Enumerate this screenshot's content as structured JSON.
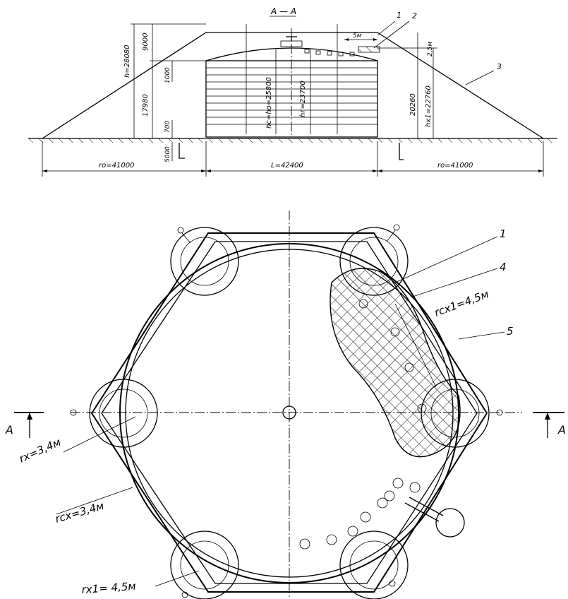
{
  "section": {
    "title": "А — А",
    "height_total": "h=28080",
    "dim_9000": "9000",
    "dim_17980": "17980",
    "dim_1000": "1000",
    "dim_700": "700",
    "dim_5000": "5000",
    "dim_hc": "hc=hо=25800",
    "dim_hr": "hг=23700",
    "dim_2_5m": "2,5м",
    "dim_20260": "20260",
    "dim_hx1": "hх1=22760",
    "dim_5m": "5м",
    "dim_r0_left": "rо=41000",
    "dim_L": "L=42400",
    "dim_r0_right": "rо=41000",
    "callout_1": "1",
    "callout_2": "2",
    "callout_3": "3"
  },
  "plan": {
    "callout_1": "1",
    "callout_4": "4",
    "callout_5": "5",
    "r_cx1": "rсх1=4,5м",
    "r_x": "rх=3,4м",
    "r_cx": "rсх=3,4м",
    "r_x1": "rх1= 4,5м",
    "section_mark_left": "А",
    "section_mark_right": "А"
  }
}
